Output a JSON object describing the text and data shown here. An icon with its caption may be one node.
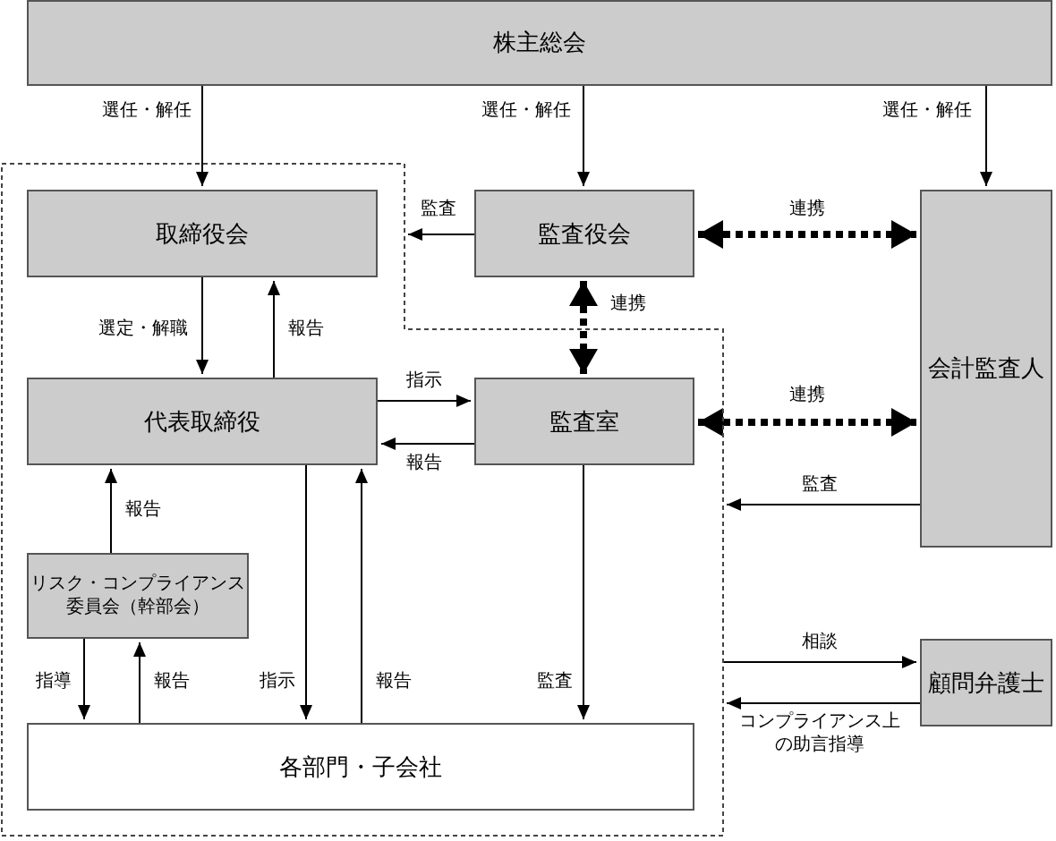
{
  "diagram": {
    "nodes": [
      {
        "text": [
          "株主総会"
        ]
      },
      {
        "text": [],
        "shape": "polygon"
      },
      {
        "text": [
          "取締役会"
        ],
        "in": 1
      },
      {
        "text": [
          "監査役会"
        ]
      },
      {
        "text": [
          "会計監査人"
        ]
      },
      {
        "text": [
          "代表取締役"
        ],
        "in": 1
      },
      {
        "text": [
          "監査室"
        ],
        "in": 1
      },
      {
        "text": [
          "リスク・コンプライアンス委員会（幹部会）"
        ],
        "in": 1
      },
      {
        "text": [
          "各部門・子会社"
        ],
        "in": 1
      },
      {
        "text": [
          "顧問弁護士"
        ]
      }
    ],
    "edges": [
      {
        "from": 0,
        "to": 2,
        "arrow": "to",
        "label": "選任・解任"
      },
      {
        "from": 0,
        "to": 3,
        "arrow": "to",
        "label": "選任・解任"
      },
      {
        "from": 0,
        "to": 4,
        "arrow": "to",
        "label": "選任・解任"
      },
      {
        "from": 3,
        "to": 1,
        "arrow": "to",
        "label": "監査"
      },
      {
        "from": 3,
        "to": 4,
        "arrow": "both",
        "label": "連携",
        "style": "dashed"
      },
      {
        "from": 3,
        "to": 6,
        "arrow": "both",
        "label": "連携",
        "style": "dashed"
      },
      {
        "from": 6,
        "to": 4,
        "arrow": "both",
        "label": "連携",
        "style": "dashed"
      },
      {
        "from": 2,
        "to": 5,
        "arrow": "to",
        "label": "選定・解職"
      },
      {
        "from": 5,
        "to": 2,
        "arrow": "to",
        "label": "報告"
      },
      {
        "from": 5,
        "to": 6,
        "arrow": "to",
        "label": "指示"
      },
      {
        "from": 6,
        "to": 5,
        "arrow": "to",
        "label": "報告"
      },
      {
        "from": 4,
        "to": 1,
        "arrow": "to",
        "label": "監査"
      },
      {
        "from": 7,
        "to": 5,
        "arrow": "to",
        "label": "報告"
      },
      {
        "from": 7,
        "to": 8,
        "arrow": "to",
        "label": "指導"
      },
      {
        "from": 8,
        "to": 7,
        "arrow": "to",
        "label": "報告"
      },
      {
        "from": 5,
        "to": 8,
        "arrow": "to",
        "label": "指示"
      },
      {
        "from": 8,
        "to": 5,
        "arrow": "to",
        "label": "報告"
      },
      {
        "from": 6,
        "to": 8,
        "arrow": "to",
        "label": "監査"
      },
      {
        "from": 1,
        "to": 9,
        "arrow": "to",
        "label": "相談"
      },
      {
        "from": 9,
        "to": 1,
        "arrow": "to",
        "label": "コンプライアンス上の助言指導"
      }
    ]
  }
}
